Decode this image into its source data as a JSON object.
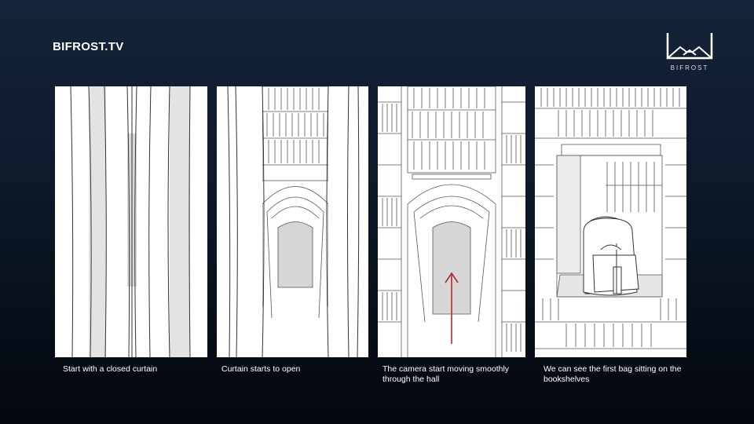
{
  "header": {
    "brand": "BIFROST.TV",
    "logo_label": "BIFROST",
    "logo_icon": "bifrost-logo-icon"
  },
  "frames": [
    {
      "caption": "Start with a closed curtain"
    },
    {
      "caption": "Curtain starts to open"
    },
    {
      "caption": "The camera start moving smoothly through the hall"
    },
    {
      "caption": "We can see the first bag sitting on the bookshelves"
    }
  ],
  "colors": {
    "arrow": "#b3282d",
    "sketch_line": "#333333",
    "shade": "#e3e3e3"
  }
}
